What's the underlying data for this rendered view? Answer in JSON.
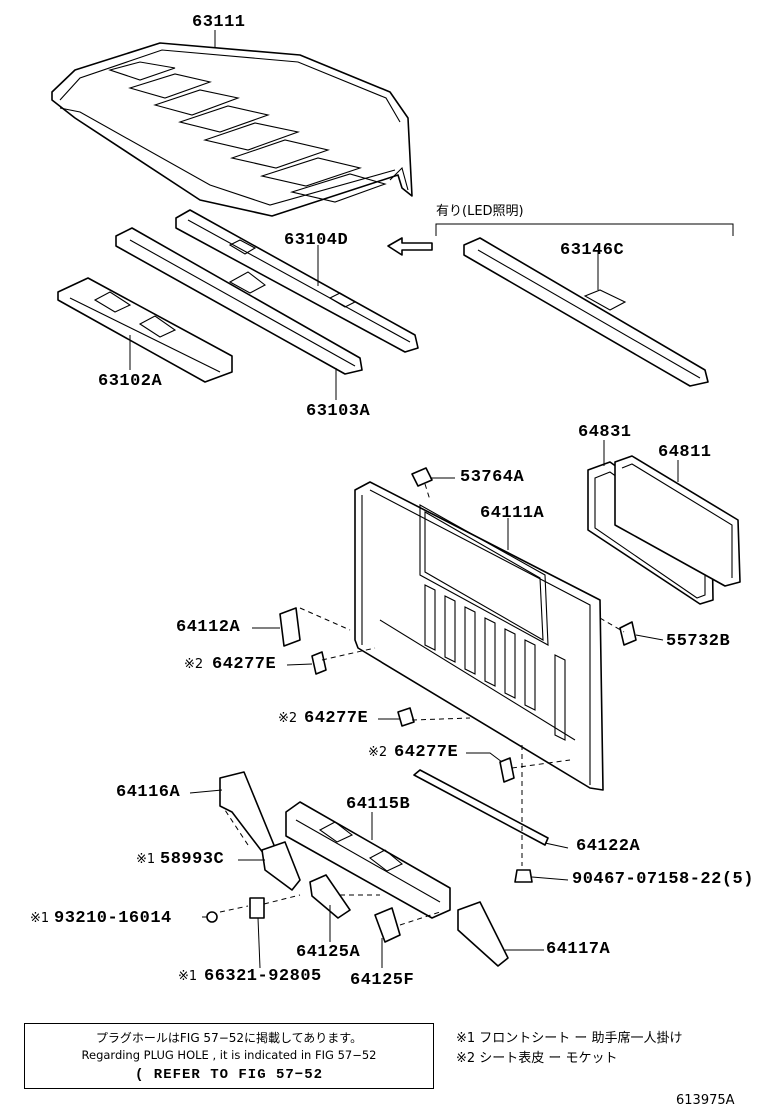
{
  "parts": {
    "p63111": "63111",
    "p63104D": "63104D",
    "p63146C": "63146C",
    "p63102A": "63102A",
    "p63103A": "63103A",
    "p64831": "64831",
    "p64811": "64811",
    "p53764A": "53764A",
    "p64111A": "64111A",
    "p64112A": "64112A",
    "p55732B": "55732B",
    "p64277E_1": "64277E",
    "p64277E_2": "64277E",
    "p64277E_3": "64277E",
    "p64116A": "64116A",
    "p64115B": "64115B",
    "p58993C": "58993C",
    "p64122A": "64122A",
    "p90467": "90467-07158-22(5)",
    "p93210": "93210-16014",
    "p64125A": "64125A",
    "p64117A": "64117A",
    "p66321": "66321-92805",
    "p64125F": "64125F"
  },
  "marks": {
    "m2": "※2",
    "m1": "※1"
  },
  "notes": {
    "led": "有り(LED照明)"
  },
  "legend": {
    "l1": "※1 フロントシート ー 助手席一人掛け",
    "l2": "※2 シート表皮 ー モケット"
  },
  "reference": {
    "jp": "プラグホールはFIG 57−52に掲載してあります。",
    "en": "Regarding PLUG HOLE , it is indicated in FIG 57−52",
    "fig": "( REFER TO FIG 57−52"
  },
  "figure_id": "613975A"
}
